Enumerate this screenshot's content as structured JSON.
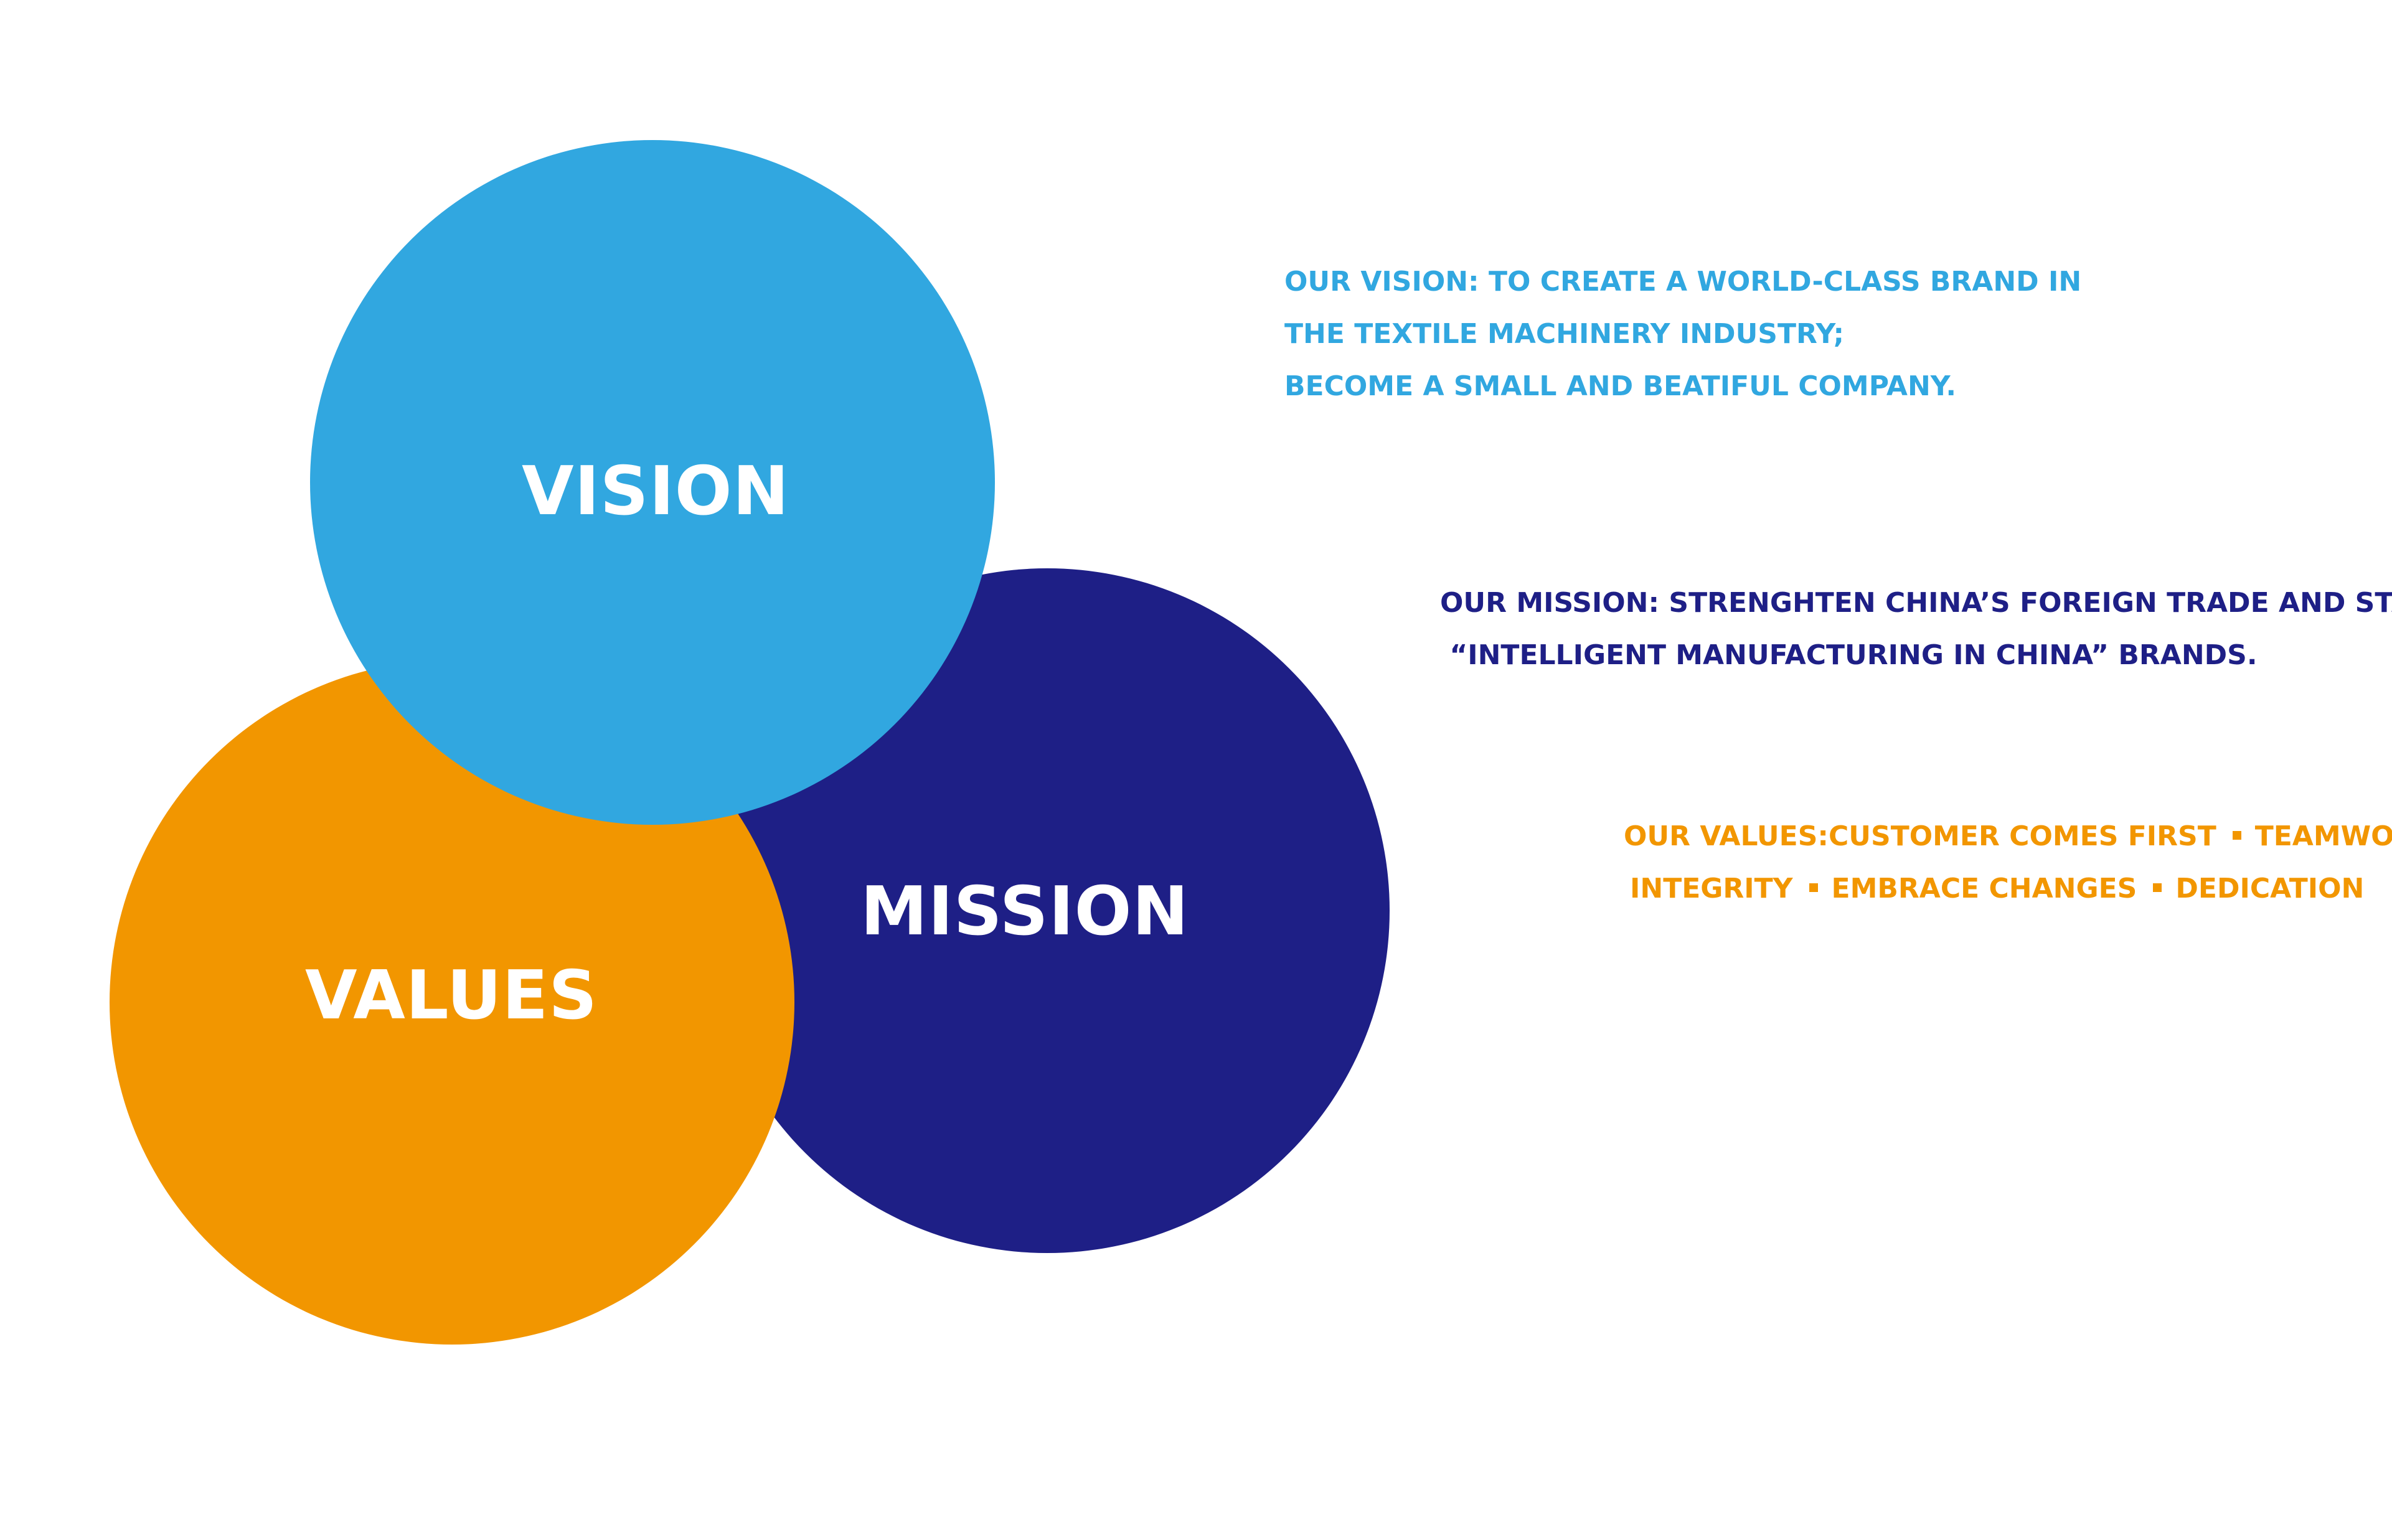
{
  "colors": {
    "vision": "#31A7E0",
    "mission": "#1E1F86",
    "values": "#F29600",
    "circle_label": "#FFFFFF",
    "background": "#FFFFFF"
  },
  "circles": {
    "vision": {
      "label": "VISION"
    },
    "mission": {
      "label": "MISSION"
    },
    "values": {
      "label": "VALUES"
    }
  },
  "statements": {
    "vision": {
      "lines": [
        "OUR VISION: TO CREATE A WORLD-CLASS BRAND IN",
        "THE TEXTILE MACHINERY INDUSTRY;",
        "BECOME A SMALL AND BEATIFUL COMPANY."
      ]
    },
    "mission": {
      "lines": [
        "OUR MISSION: STRENGHTEN CHINA’S FOREIGN TRADE AND START",
        " “INTELLIGENT MANUFACTURING IN CHINA” BRANDS."
      ]
    },
    "values": {
      "prefix": "OUR VALUES:",
      "line1": [
        "CUSTOMER COMES FIRST",
        "TEAMWORK"
      ],
      "line2": [
        "INTEGRITY",
        "EMBRACE CHANGES",
        "DEDICATION"
      ]
    }
  }
}
